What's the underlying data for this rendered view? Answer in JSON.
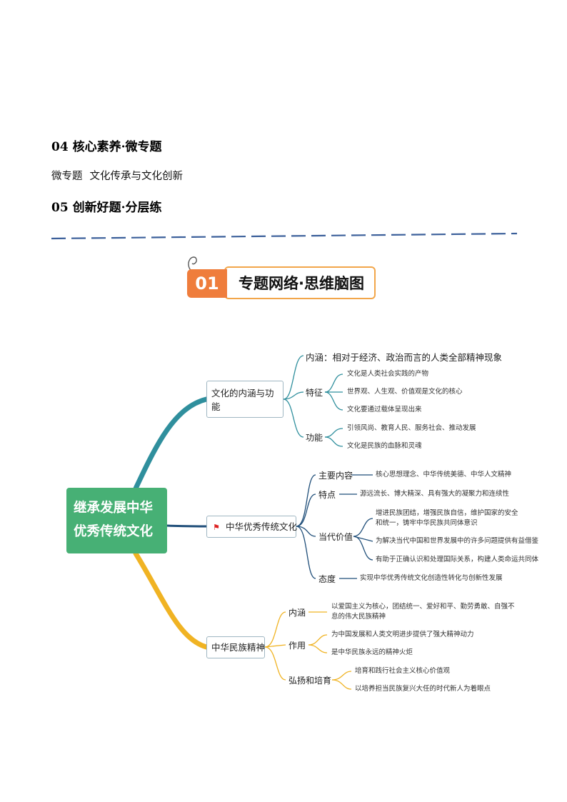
{
  "sections": {
    "s04": "04 核心素养·微专题",
    "sub_prefix": "微专题",
    "sub_title": "文化传承与文化创新",
    "s05": "05 创新好题·分层练"
  },
  "banner": {
    "num": "01",
    "title": "专题网络·思维脑图"
  },
  "colors": {
    "teal": "#2f8f9d",
    "navy": "#1f4e79",
    "yellow": "#f0b323",
    "root": "#47b075",
    "orange": "#ef7d3c"
  },
  "mindmap": {
    "root": {
      "line1": "继承发展中华",
      "line2": "优秀传统文化"
    },
    "b1": {
      "label": "文化的内涵与功能",
      "neihan": "内涵：相对于经济、政治而言的人类全部精神现象",
      "tezheng": "特征",
      "tezheng_items": [
        "文化是人类社会实践的产物",
        "世界观、人生观、价值观是文化的核心",
        "文化要通过载体呈现出来"
      ],
      "gongneng": "功能",
      "gongneng_items": [
        "引领风尚、教育人民、服务社会、推动发展",
        "文化是民族的血脉和灵魂"
      ]
    },
    "b2": {
      "label": "中华优秀传统文化",
      "flag_icon": "red-flag-icon",
      "zhuyao": "主要内容",
      "zhuyao_item": "核心思想理念、中华传统美德、中华人文精神",
      "tedian": "特点",
      "tedian_item": "源远流长、博大精深、具有强大的凝聚力和连续性",
      "jiazhi": "当代价值",
      "jiazhi_items": [
        "增进民族团结，增强民族自信，维护国家的安全",
        "和统一，铸牢中华民族共同体意识",
        "为解决当代中国和世界发展中的许多问题提供有益借鉴",
        "有助于正确认识和处理国际关系，构建人类命运共同体"
      ],
      "taidu": "态度",
      "taidu_item": "实现中华优秀传统文化创造性转化与创新性发展"
    },
    "b3": {
      "label": "中华民族精神",
      "neihan": "内涵",
      "neihan_items": [
        "以爱国主义为核心，团结统一、爱好和平、勤劳勇敢、自强不",
        "息的伟大民族精神"
      ],
      "zuoyong": "作用",
      "zuoyong_items": [
        "为中国发展和人类文明进步提供了强大精神动力",
        "是中华民族永远的精神火炬"
      ],
      "hongyang": "弘扬和培育",
      "hongyang_items": [
        "培育和践行社会主义核心价值观",
        "以培养担当民族复兴大任的时代新人为着眼点"
      ]
    }
  }
}
